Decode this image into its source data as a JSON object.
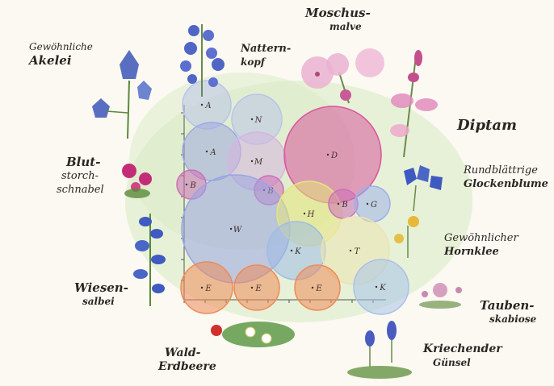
{
  "plants": [
    {
      "key": "akelei",
      "lines": [
        "Gewöhnliche",
        "Akelei"
      ]
    },
    {
      "key": "natternkopf",
      "lines": [
        "Nattern-",
        "kopf"
      ]
    },
    {
      "key": "moschusmalve",
      "lines": [
        "Moschus-",
        "malve"
      ]
    },
    {
      "key": "diptam",
      "lines": [
        "Diptam"
      ]
    },
    {
      "key": "blutstorchschnabel",
      "lines": [
        "Blut-",
        "storch-",
        "schnabel"
      ]
    },
    {
      "key": "glockenblume",
      "lines": [
        "Rundblättrige",
        "Glockenblume"
      ]
    },
    {
      "key": "hornklee",
      "lines": [
        "Gewöhnlicher",
        "Hornklee"
      ]
    },
    {
      "key": "wiesensalbei",
      "lines": [
        "Wiesen-",
        "salbei"
      ]
    },
    {
      "key": "taubenskabiose",
      "lines": [
        "Tauben-",
        "skabiose"
      ]
    },
    {
      "key": "walderdbeere",
      "lines": [
        "Wald-",
        "Erdbeere"
      ]
    },
    {
      "key": "guensel",
      "lines": [
        "Kriechender",
        "Günsel"
      ]
    }
  ],
  "circles": [
    {
      "letter": "A",
      "color": "#b9c4ea"
    },
    {
      "letter": "N",
      "color": "#b9c4ea"
    },
    {
      "letter": "A",
      "color": "#9fa9e0"
    },
    {
      "letter": "M",
      "color": "#d6b4e0"
    },
    {
      "letter": "D",
      "color": "#d9559b"
    },
    {
      "letter": "B",
      "color": "#cc6fb8"
    },
    {
      "letter": "B",
      "color": "#cc6fb8"
    },
    {
      "letter": "W",
      "color": "#9aa4e2"
    },
    {
      "letter": "H",
      "color": "#e6e67a"
    },
    {
      "letter": "B",
      "color": "#cc6fb8"
    },
    {
      "letter": "G",
      "color": "#9fb0ea"
    },
    {
      "letter": "K",
      "color": "#9fbce4"
    },
    {
      "letter": "T",
      "color": "#ece3b0"
    },
    {
      "letter": "K",
      "color": "#a7c2ea"
    },
    {
      "letter": "E",
      "color": "#ee8a5a"
    },
    {
      "letter": "E",
      "color": "#ee8a5a"
    },
    {
      "letter": "E",
      "color": "#ee8a5a"
    }
  ]
}
